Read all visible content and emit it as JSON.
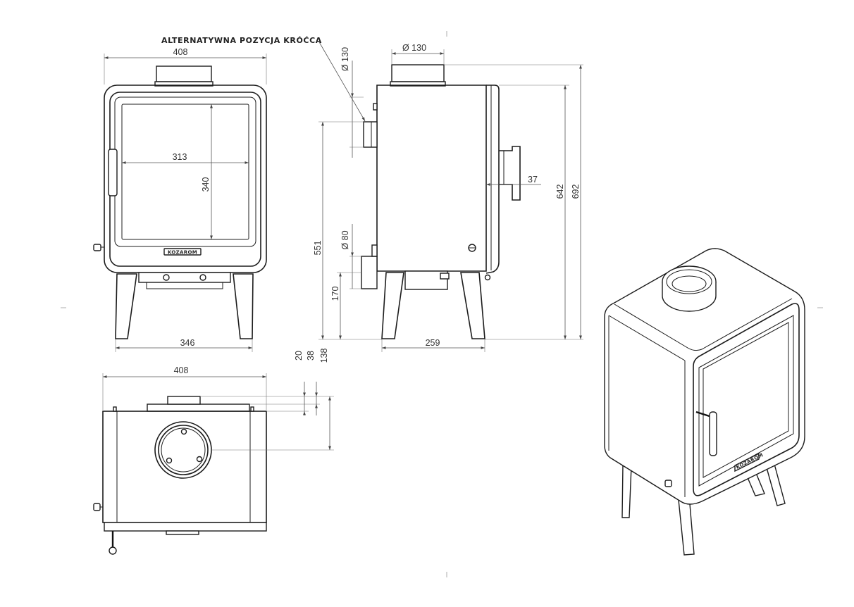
{
  "annotation": "ALTERNATYWNA POZYCJA KRÓĆCA",
  "brand": "KOZAROM",
  "colors": {
    "line": "#1c1c1c",
    "dimension": "#555555",
    "background": "#ffffff"
  },
  "front_view": {
    "width": "408",
    "glass_width": "313",
    "glass_height": "340",
    "legs_span": "346"
  },
  "side_view": {
    "flue_alt_diameter": "Ø 130",
    "flue_top_diameter": "Ø 130",
    "air_inlet_diameter": "Ø 80",
    "height_flue_center": "551",
    "height_air_inlet": "170",
    "handle_offset": "37",
    "height_body": "642",
    "height_total": "692",
    "leg_span": "259"
  },
  "top_view": {
    "width": "408",
    "offset_20": "20",
    "offset_38": "38",
    "offset_138": "138"
  }
}
